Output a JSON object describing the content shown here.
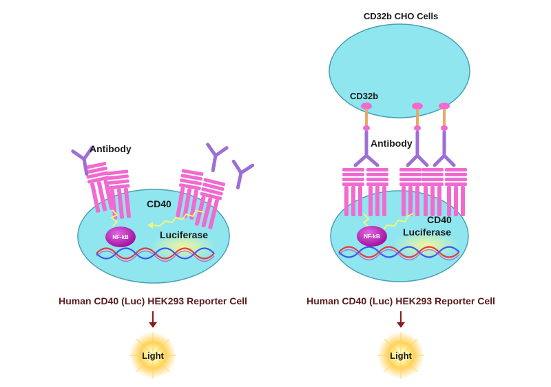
{
  "labels": {
    "cho_cells": "CD32b CHO Cells",
    "cd32b": "CD32b",
    "antibody_left": "Antibody",
    "antibody_right": "Antibody",
    "cd40_left": "CD40",
    "cd40_right": "CD40",
    "nfkb_left": "NF-kB",
    "nfkb_right": "NF-kB",
    "luciferase_left": "Luciferase",
    "luciferase_right": "Luciferase",
    "reporter_left": "Human CD40 (Luc) HEK293 Reporter Cell",
    "reporter_right": "Human CD40 (Luc) HEK293 Reporter Cell",
    "light_left": "Light",
    "light_right": "Light"
  },
  "colors": {
    "cell_fill": "#8fe6ef",
    "cell_stroke": "#4a9fb0",
    "receptor": "#f06ad0",
    "antibody": "#9d6fd6",
    "nfkb": "#c21bc2",
    "cd32b_stalk": "#e8a86b",
    "dna_red": "#e83a3a",
    "dna_blue": "#3a5ae8",
    "signal": "#f4f47a",
    "label_dark": "#1a1a1a",
    "label_maroon": "#5a1a1a",
    "arrow": "#8b1a1a"
  }
}
